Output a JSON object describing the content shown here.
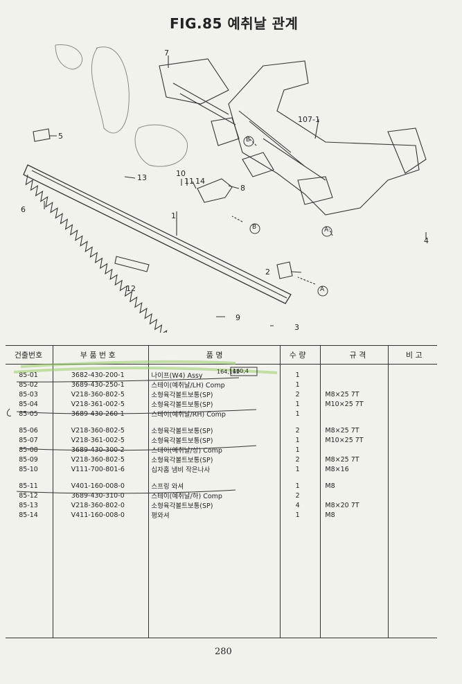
{
  "figure": {
    "title": "FIG.85 예취날 관계"
  },
  "callouts": {
    "c7": "7",
    "c5": "5",
    "c13": "13",
    "c10": "10",
    "c11": "11",
    "c14": "14",
    "c8": "8",
    "c107": "107-1",
    "c6": "6",
    "c1": "1",
    "c12": "12",
    "c2": "2",
    "c9": "9",
    "c3": "3",
    "c4": "4",
    "refA1": "A",
    "refA2": "A",
    "refB1": "B",
    "refB2": "B"
  },
  "table": {
    "headers": [
      "건출번호",
      "부 품 번 호",
      "품 명",
      "수 량",
      "규 격",
      "비 고"
    ],
    "rows": [
      {
        "no": "85-01",
        "part": "3682-430-200-1",
        "name": "나이프(W4) Assy",
        "qty": "1",
        "spec": ""
      },
      {
        "no": "85-02",
        "part": "3689-430-250-1",
        "name": "스테이(예취날/LH) Comp",
        "qty": "1",
        "spec": ""
      },
      {
        "no": "85-03",
        "part": "V218-360-802-5",
        "name": "소형육각볼트보통(SP)",
        "qty": "2",
        "spec": "M8×25 7T"
      },
      {
        "no": "85-04",
        "part": "V218-361-002-5",
        "name": "소형육각볼트보통(SP)",
        "qty": "1",
        "spec": "M10×25 7T"
      },
      {
        "no": "85-05",
        "part": "3689-430-260-1",
        "name": "스테이(예취날/RH) Comp",
        "qty": "1",
        "spec": ""
      },
      {
        "no": "",
        "part": "",
        "name": "",
        "qty": "",
        "spec": ""
      },
      {
        "no": "85-06",
        "part": "V218-360-802-5",
        "name": "소형육각볼트보통(SP)",
        "qty": "2",
        "spec": "M8×25 7T"
      },
      {
        "no": "85-07",
        "part": "V218-361-002-5",
        "name": "소형육각볼트보통(SP)",
        "qty": "1",
        "spec": "M10×25 7T"
      },
      {
        "no": "85-08",
        "part": "3689-430-300-2",
        "name": "스테이(예취날/상) Comp",
        "qty": "1",
        "spec": ""
      },
      {
        "no": "85-09",
        "part": "V218-360-802-5",
        "name": "소형육각볼트보통(SP)",
        "qty": "2",
        "spec": "M8×25 7T"
      },
      {
        "no": "85-10",
        "part": "V111-700-801-6",
        "name": "십자홈 냄비 작은나사",
        "qty": "1",
        "spec": "M8×16"
      },
      {
        "no": "",
        "part": "",
        "name": "",
        "qty": "",
        "spec": ""
      },
      {
        "no": "85-11",
        "part": "V401-160-008-0",
        "name": "스프링 와셔",
        "qty": "1",
        "spec": "M8"
      },
      {
        "no": "85-12",
        "part": "3689-430-310-0",
        "name": "스테이(예취날/하) Comp",
        "qty": "2",
        "spec": ""
      },
      {
        "no": "85-13",
        "part": "V218-360-802-0",
        "name": "소형육각볼트보통(SP)",
        "qty": "4",
        "spec": "M8×20 7T"
      },
      {
        "no": "85-14",
        "part": "V411-160-008-0",
        "name": "평와셔",
        "qty": "1",
        "spec": "M8"
      }
    ]
  },
  "handwriting": {
    "note1": "164,162",
    "note2": "160,4"
  },
  "page_number": "280"
}
